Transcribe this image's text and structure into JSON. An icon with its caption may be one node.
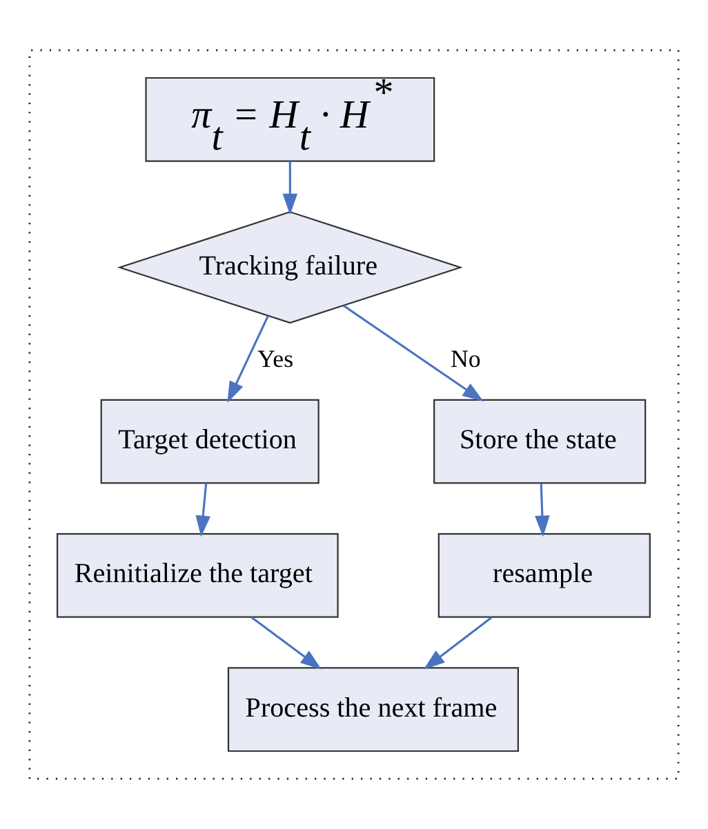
{
  "diagram": {
    "nodes": [
      {
        "text": [],
        "shape": "box"
      },
      {
        "text": [
          "π$_{t}$ = H$_{t}$ · H$^{*}$"
        ],
        "in": 0
      },
      {
        "text": [
          "Tracking failure"
        ],
        "in": 0
      },
      {
        "text": [
          "Target detection"
        ],
        "in": 0
      },
      {
        "text": [
          "Store the state"
        ],
        "in": 0
      },
      {
        "text": [
          "Reinitialize the target"
        ],
        "in": 0
      },
      {
        "text": [
          "resample"
        ],
        "in": 0
      },
      {
        "text": [
          "Process the next frame"
        ],
        "in": 0
      }
    ],
    "edges": [
      {
        "from": 1,
        "to": 2,
        "arrow": "to"
      },
      {
        "from": 2,
        "to": 3,
        "arrow": "to",
        "label": "Yes"
      },
      {
        "from": 2,
        "to": 4,
        "arrow": "to",
        "label": "No"
      },
      {
        "from": 3,
        "to": 5,
        "arrow": "to"
      },
      {
        "from": 4,
        "to": 6,
        "arrow": "to"
      },
      {
        "from": 5,
        "to": 7,
        "arrow": "to"
      },
      {
        "from": 6,
        "to": 7,
        "arrow": "to"
      }
    ]
  }
}
